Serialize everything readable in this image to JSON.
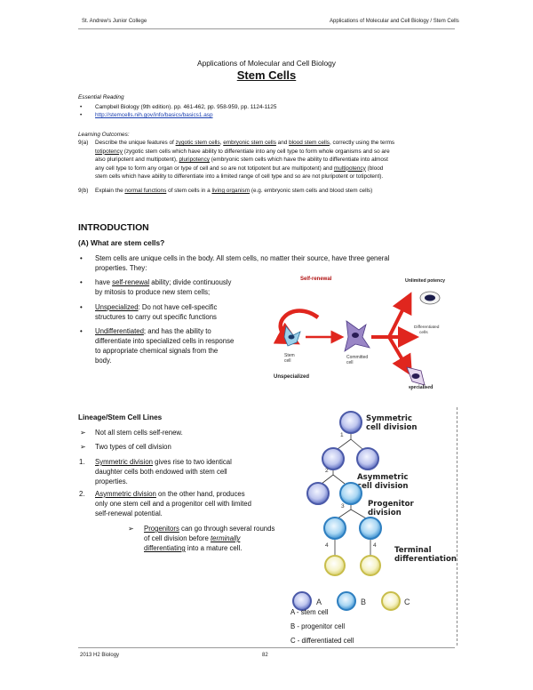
{
  "header": {
    "left": "St. Andrew's Junior College",
    "right": "Applications of Molecular and Cell Biology / Stem Cells"
  },
  "title": {
    "subtitle": "Applications of Molecular and Cell Biology",
    "main": "Stem Cells"
  },
  "essential_reading": {
    "heading": "Essential Reading",
    "items": [
      "Campbell Biology (9th edition). pp. 461-462, pp. 958-959, pp. 1124-1125",
      "http://stemcells.nih.gov/info/basics/basics1.asp"
    ]
  },
  "learning_outcomes": {
    "heading": "Learning Outcomes:",
    "o1_num": "9(a)",
    "o1_lines": [
      [
        "Describe the unique features of ",
        "zygotic stem cells",
        ", ",
        "embryonic stem cells",
        " and ",
        "blood stem cells",
        ", correctly using the terms"
      ],
      [
        "totipotency",
        " (zygotic stem cells which have ability to differentiate into any cell type to form whole organisms and so are"
      ],
      [
        "also pluripotent and multipotent), ",
        "pluripotency",
        " (embryonic stem cells which have the ability to differentiate into almost"
      ],
      [
        "any cell type to form any organ or type of cell and so are not totipotent but are multipotent) and ",
        "multipotency",
        " (blood"
      ],
      [
        "stem cells which have ability to differentiate into a limited range of cell type and so are not pluripotent or totipotent)."
      ]
    ],
    "o2_num": "9(b)",
    "o2_line": [
      "Explain the ",
      "normal functions",
      " of stem cells in a ",
      "living organism",
      " (e.g. embryonic stem cells and blood stem cells)"
    ]
  },
  "intro": {
    "heading": "INTRODUCTION",
    "sub": "(A)  What are stem cells?",
    "p1": [
      "Stem cells are unique cells in the body.  All stem cells, no matter their source, have three general",
      "properties. They:"
    ],
    "b1": [
      "have ",
      "self-renewal",
      " ability; divide continuously"
    ],
    "b1b": "by mitosis to produce new stem cells;",
    "b2": [
      "Unspecialized",
      ": Do not have cell-specific"
    ],
    "b2b": "structures to carry out specific functions",
    "b3": [
      "Undifferentiated",
      "; and has the ability to"
    ],
    "b3c": [
      "differentiate into specialized cells in response",
      "to appropriate chemical signals from the",
      "body."
    ]
  },
  "figure1": {
    "self_renewal": "Self-renewal",
    "unlimited": "Unlimited potency",
    "differentiated": "Differentiated\ncells",
    "stem_cell": "Stem\ncell",
    "committed": "Committed\ncell",
    "unspecialized": "Unspecialized",
    "specialised": "specialised"
  },
  "lineage": {
    "heading": "Lineage/Stem Cell Lines",
    "b1": "Not all stem cells self-renew.",
    "b2": "Two types of cell division",
    "n1_num": "1.",
    "n1": [
      "Symmetric division",
      " gives rise to two identical"
    ],
    "n1c": [
      "daughter cells both endowed with stem cell",
      "properties."
    ],
    "n2_num": "2.",
    "n2": [
      "Asymmetric division",
      " on the other hand, produces"
    ],
    "n2c": [
      "only one stem cell and a progenitor cell with limited",
      "self-renewal potential."
    ],
    "sub1": [
      "Progenitors",
      " can go through several rounds"
    ],
    "sub2": "of cell division before ",
    "sub2u": "terminally",
    "sub3": "differentiating",
    "sub3b": " into a mature cell."
  },
  "figure2": {
    "symmetric": "Symmetric\ncell division",
    "asymmetric": "Asymmetric\ncell division",
    "progenitor": "Progenitor\ndivision",
    "terminal": "Terminal\ndifferentiation",
    "steps": [
      "1",
      "2",
      "3",
      "4",
      "4"
    ],
    "key_letters": [
      "A",
      "B",
      "C"
    ],
    "key": [
      "A - stem cell",
      "B - progenitor cell",
      "C - differentiated cell"
    ]
  },
  "footer": {
    "left": "2013 H2 Biology",
    "page": "82"
  },
  "colors": {
    "stem": "#5b6cc0",
    "progenitor": "#3a8fd0",
    "differentiated": "#e8e39a",
    "arrow_red": "#e0261e"
  }
}
